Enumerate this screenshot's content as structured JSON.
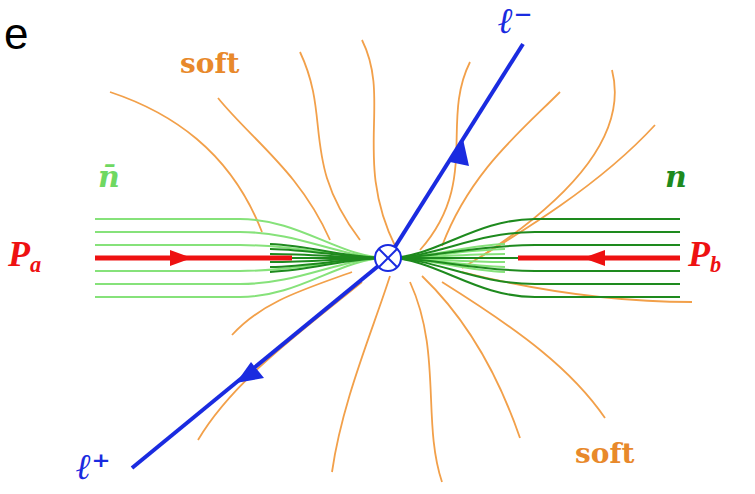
{
  "diagram": {
    "labels": [
      "e",
      "soft",
      "ℓ⁻",
      "n̄",
      "n",
      "Pa",
      "Pb",
      "ℓ⁺",
      "soft"
    ]
  }
}
